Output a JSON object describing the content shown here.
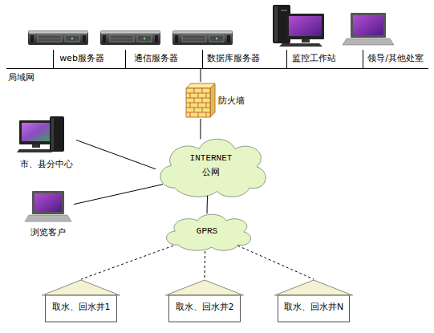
{
  "diagram": {
    "nodes": [
      {
        "text": [
          "局域网"
        ]
      },
      {
        "text": [
          "web服务器"
        ],
        "in": 0
      },
      {
        "text": [
          "通信服务器"
        ],
        "in": 0
      },
      {
        "text": [
          "数据库服务器"
        ],
        "in": 0
      },
      {
        "text": [
          "监控工作站"
        ],
        "in": 0
      },
      {
        "text": [
          "领导/其他处室"
        ],
        "in": 0
      },
      {
        "text": [
          "防火墙"
        ]
      },
      {
        "text": [
          "市、县分中心"
        ]
      },
      {
        "text": [
          "INTERNET 公网"
        ]
      },
      {
        "text": [
          "浏览客户"
        ]
      },
      {
        "text": [
          "GPRS"
        ]
      },
      {
        "text": [
          "取水、回水井1"
        ]
      },
      {
        "text": [
          "取水、回水井2"
        ]
      },
      {
        "text": [
          "取水、回水井N"
        ]
      }
    ],
    "edges": [
      {
        "from": 0,
        "to": 6,
        "arrow": "none"
      },
      {
        "from": 6,
        "to": 8,
        "arrow": "none"
      },
      {
        "from": 7,
        "to": 8,
        "arrow": "none"
      },
      {
        "from": 9,
        "to": 8,
        "arrow": "none"
      },
      {
        "from": 8,
        "to": 10,
        "arrow": "none"
      },
      {
        "from": 10,
        "to": 11,
        "arrow": "none"
      },
      {
        "from": 10,
        "to": 12,
        "arrow": "none"
      },
      {
        "from": 10,
        "to": 13,
        "arrow": "none"
      }
    ]
  }
}
